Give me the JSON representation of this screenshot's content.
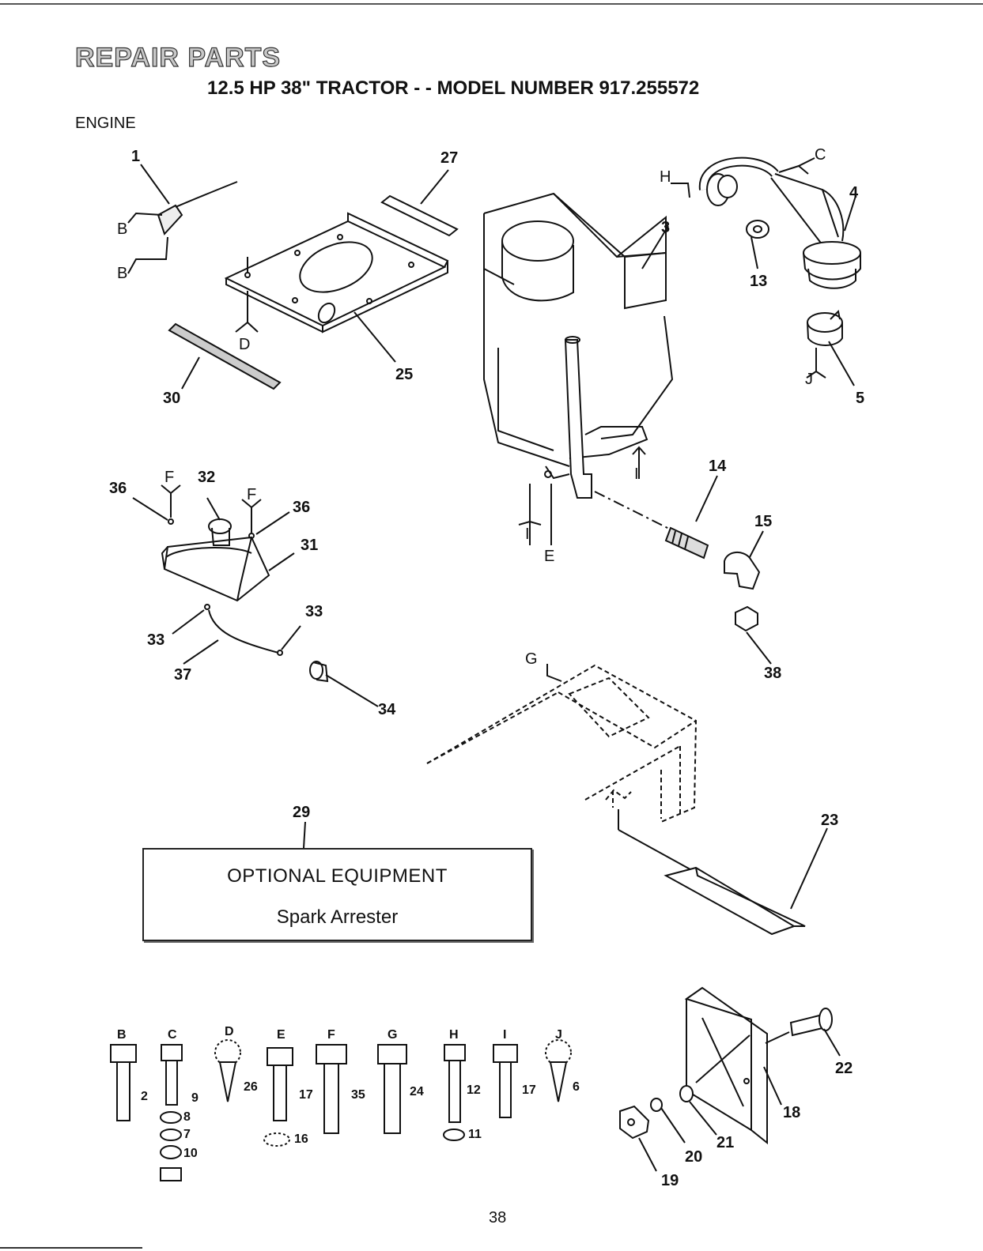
{
  "header": {
    "title": "REPAIR PARTS",
    "subtitle": "12.5 HP 38\" TRACTOR - - MODEL NUMBER 917.255572",
    "section": "ENGINE"
  },
  "callouts": {
    "c1": "1",
    "c27": "27",
    "c3": "3",
    "c4": "4",
    "c13": "13",
    "c5": "5",
    "c25": "25",
    "c30": "30",
    "c14": "14",
    "c15": "15",
    "c38": "38",
    "c32": "32",
    "c36a": "36",
    "c36b": "36",
    "c31": "31",
    "c33a": "33",
    "c33b": "33",
    "c37": "37",
    "c34": "34",
    "c29": "29",
    "c23": "23",
    "c22": "22",
    "c18": "18",
    "c21": "21",
    "c20": "20",
    "c19": "19"
  },
  "letters": {
    "B1": "B",
    "B2": "B",
    "D": "D",
    "H": "H",
    "C": "C",
    "J": "J",
    "F1": "F",
    "F2": "F",
    "I1": "I",
    "I2": "I",
    "E": "E",
    "G": "G"
  },
  "optional_box": {
    "title": "OPTIONAL EQUIPMENT",
    "item": "Spark Arrester"
  },
  "hardware": [
    {
      "letter": "B",
      "part": "2"
    },
    {
      "letter": "C",
      "part": "9",
      "extras": [
        "8",
        "7",
        "10"
      ]
    },
    {
      "letter": "D",
      "part": "26"
    },
    {
      "letter": "E",
      "part": "17",
      "extras": [
        "16"
      ]
    },
    {
      "letter": "F",
      "part": "35"
    },
    {
      "letter": "G",
      "part": "24"
    },
    {
      "letter": "H",
      "part": "12",
      "extras": [
        "11"
      ]
    },
    {
      "letter": "I",
      "part": "17"
    },
    {
      "letter": "J",
      "part": "6"
    }
  ],
  "page_number": "38"
}
